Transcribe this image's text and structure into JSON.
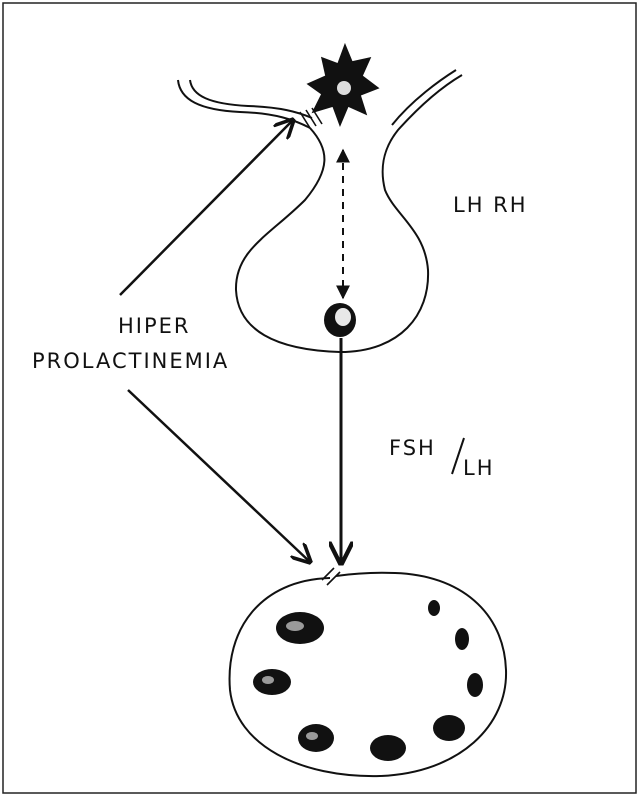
{
  "labels": {
    "lhrh": "LH RH",
    "hiper": "HIPER",
    "prolactinemia": "PROLACTINEMIA",
    "fsh": "FSH",
    "lh": "LH"
  }
}
